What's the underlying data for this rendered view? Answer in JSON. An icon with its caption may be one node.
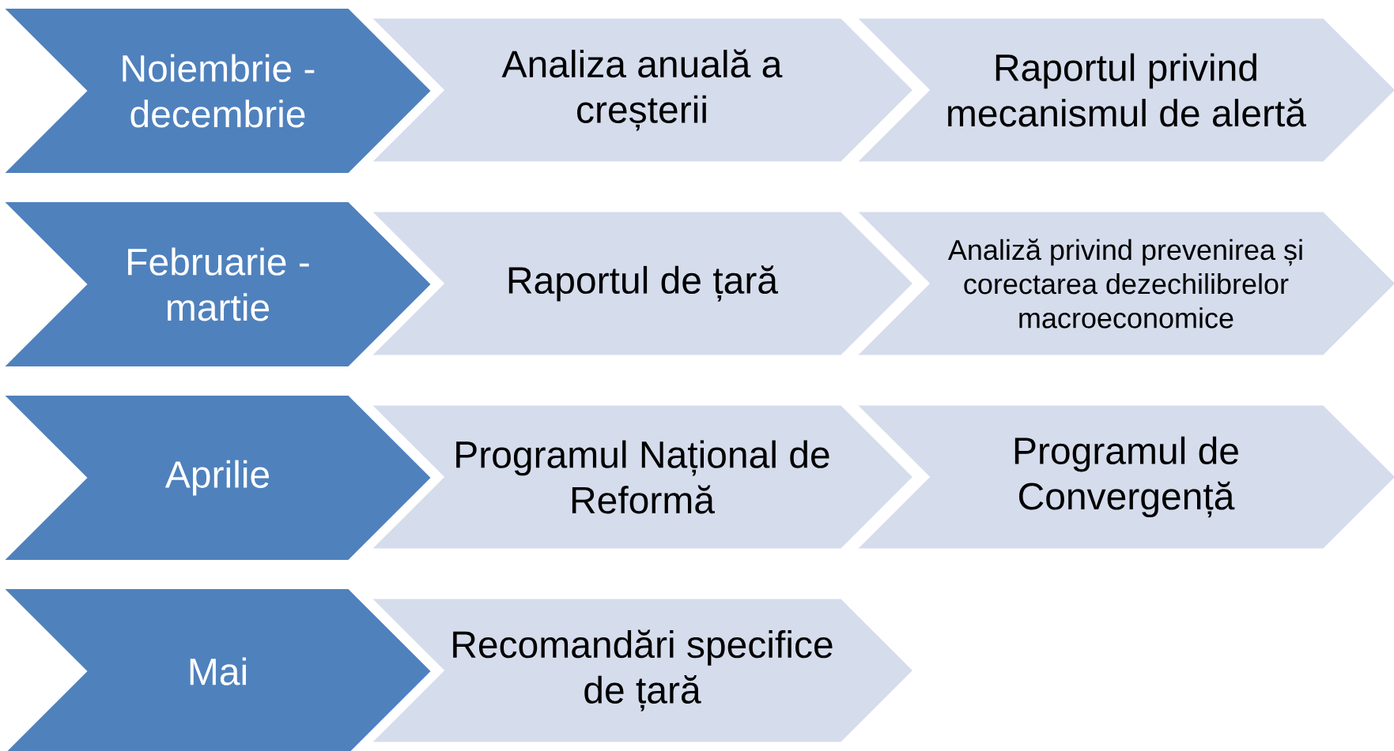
{
  "diagram": {
    "nodes": [
      {
        "text": [
          "Noiembrie - decembrie"
        ]
      },
      {
        "text": [
          "Analiza anuală a creșterii"
        ]
      },
      {
        "text": [
          "Raportul privind mecanismul de alertă"
        ]
      },
      {
        "text": [
          "Februarie - martie"
        ]
      },
      {
        "text": [
          "Raportul de țară"
        ]
      },
      {
        "text": [
          "Analiză privind prevenirea și corectarea dezechilibrelor macroeconomice"
        ]
      },
      {
        "text": [
          "Aprilie"
        ]
      },
      {
        "text": [
          "Programul Național de Reformă"
        ]
      },
      {
        "text": [
          "Programul de Convergență"
        ]
      },
      {
        "text": [
          "Mai"
        ]
      },
      {
        "text": [
          "Recomandări specifice de țară"
        ]
      }
    ]
  }
}
